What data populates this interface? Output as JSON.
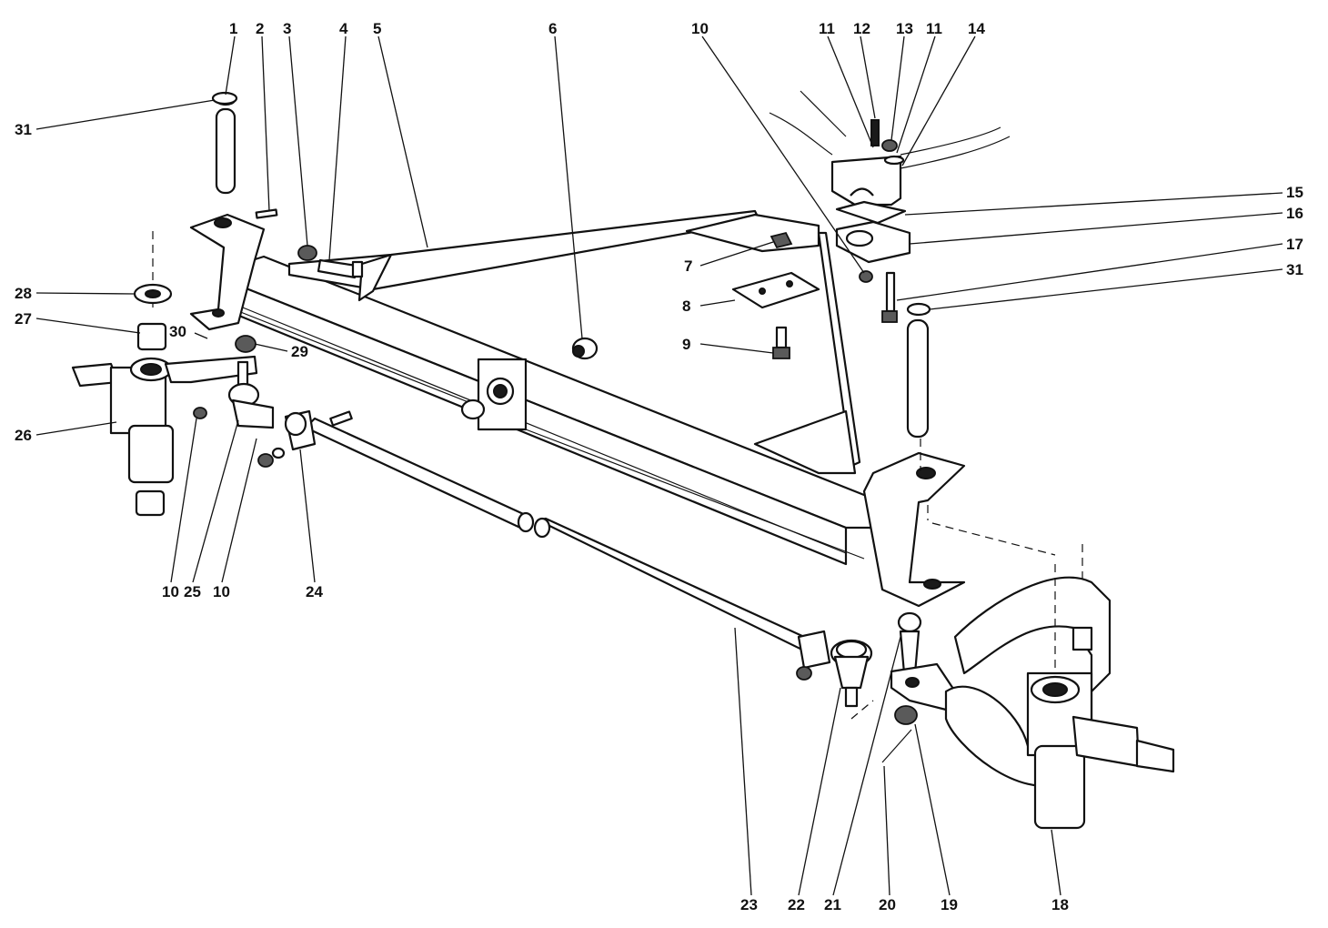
{
  "figure": {
    "callouts": [
      {
        "id": "c1",
        "label": "1"
      },
      {
        "id": "c2",
        "label": "2"
      },
      {
        "id": "c3",
        "label": "3"
      },
      {
        "id": "c4",
        "label": "4"
      },
      {
        "id": "c5",
        "label": "5"
      },
      {
        "id": "c6",
        "label": "6"
      },
      {
        "id": "c7",
        "label": "7"
      },
      {
        "id": "c8",
        "label": "8"
      },
      {
        "id": "c9",
        "label": "9"
      },
      {
        "id": "c10a",
        "label": "10"
      },
      {
        "id": "c10b",
        "label": "10"
      },
      {
        "id": "c10c",
        "label": "10"
      },
      {
        "id": "c11a",
        "label": "11"
      },
      {
        "id": "c11b",
        "label": "11"
      },
      {
        "id": "c12",
        "label": "12"
      },
      {
        "id": "c13",
        "label": "13"
      },
      {
        "id": "c14",
        "label": "14"
      },
      {
        "id": "c15",
        "label": "15"
      },
      {
        "id": "c16",
        "label": "16"
      },
      {
        "id": "c17",
        "label": "17"
      },
      {
        "id": "c31b",
        "label": "31"
      },
      {
        "id": "c18",
        "label": "18"
      },
      {
        "id": "c19",
        "label": "19"
      },
      {
        "id": "c20",
        "label": "20"
      },
      {
        "id": "c21",
        "label": "21"
      },
      {
        "id": "c22",
        "label": "22"
      },
      {
        "id": "c23",
        "label": "23"
      },
      {
        "id": "c24",
        "label": "24"
      },
      {
        "id": "c25",
        "label": "25"
      },
      {
        "id": "c26",
        "label": "26"
      },
      {
        "id": "c27",
        "label": "27"
      },
      {
        "id": "c28",
        "label": "28"
      },
      {
        "id": "c29",
        "label": "29"
      },
      {
        "id": "c30",
        "label": "30"
      },
      {
        "id": "c31a",
        "label": "31"
      }
    ]
  }
}
